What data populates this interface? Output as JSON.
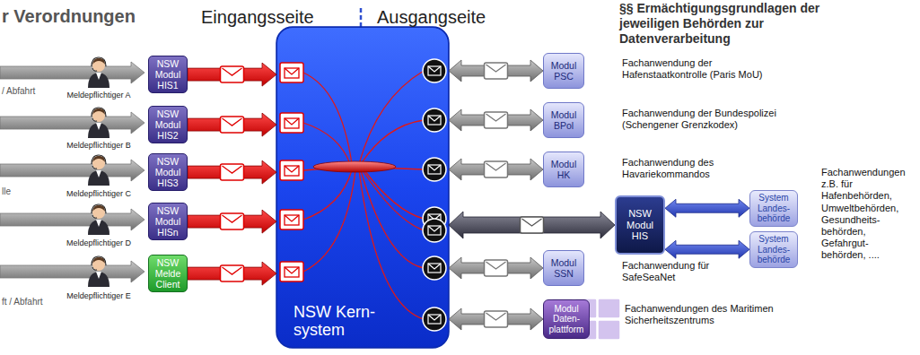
{
  "diagram": {
    "nodes": [
      {
        "text": [
          "NSW Modul HIS1"
        ]
      },
      {
        "text": [
          "NSW Modul HIS2"
        ]
      },
      {
        "text": [
          "NSW Modul HIS3"
        ]
      },
      {
        "text": [
          "NSW Modul HISn"
        ]
      },
      {
        "text": [
          "NSW Melde Client"
        ]
      },
      {
        "text": [
          "NSW Kern- system"
        ]
      },
      {
        "text": [
          "Modul PSC"
        ]
      },
      {
        "text": [
          "Modul BPol"
        ]
      },
      {
        "text": [
          "Modul HK"
        ]
      },
      {
        "text": [
          "NSW Modul HIS"
        ]
      },
      {
        "text": [
          "System Landes- behörde"
        ]
      },
      {
        "text": [
          "System Landes- behörde"
        ]
      },
      {
        "text": [
          "Modul SSN"
        ]
      },
      {
        "text": [
          "Modul Daten- plattform"
        ]
      }
    ],
    "edges": [
      {
        "from": 0,
        "to": 5,
        "arrow": "to"
      },
      {
        "from": 1,
        "to": 5,
        "arrow": "to"
      },
      {
        "from": 2,
        "to": 5,
        "arrow": "to"
      },
      {
        "from": 3,
        "to": 5,
        "arrow": "to"
      },
      {
        "from": 4,
        "to": 5,
        "arrow": "to"
      },
      {
        "from": 5,
        "to": 6,
        "arrow": "both"
      },
      {
        "from": 5,
        "to": 7,
        "arrow": "both"
      },
      {
        "from": 5,
        "to": 8,
        "arrow": "both"
      },
      {
        "from": 5,
        "to": 9,
        "arrow": "both"
      },
      {
        "from": 5,
        "to": 12,
        "arrow": "both"
      },
      {
        "from": 5,
        "to": 13,
        "arrow": "both"
      },
      {
        "from": 9,
        "to": 10,
        "arrow": "both"
      },
      {
        "from": 9,
        "to": 11,
        "arrow": "both"
      }
    ],
    "labels": [
      "r Verordnungen",
      "Eingangsseite",
      "Ausgangseite",
      "§§ Ermächtigungsgrundlagen der jeweiligen Behörden zur Datenverarbeitung",
      "/ Abfahrt",
      "Meldepflichtiger A",
      "Fachanwendung der Hafenstaatkontrolle (Paris MoU)",
      "Meldepflichtiger B",
      "Fachanwendung der Bundespolizei (Schengener Grenzkodex)",
      "Fachanwendung des Havariekommandos",
      "Fachanwendungen z.B. für Hafenbehörden, Umweltbehörden, Gesundheits- behörden, Gefahrgut- behörden, ....",
      "lle",
      "Meldepflichtiger C",
      "Meldepflichtiger D",
      "Fachanwendung für SafeSeaNet",
      "ft / Abfahrt",
      "Meldepflichtiger E",
      "Fachanwendungen des Maritimen Sicherheitszentrums"
    ]
  }
}
